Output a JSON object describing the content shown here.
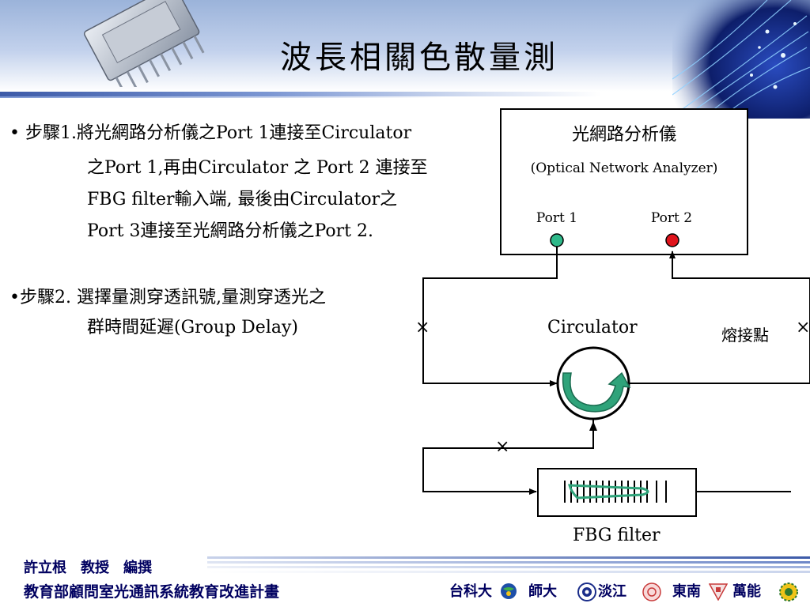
{
  "title": "波長相關色散量測",
  "steps": {
    "step1": {
      "lines": [
        "• 步驟1.將光網路分析儀之Port 1連接至Circulator",
        "之Port 1,再由Circulator 之 Port 2 連接至",
        "FBG filter輸入端, 最後由Circulator之",
        "Port 3連接至光網路分析儀之Port 2."
      ]
    },
    "step2": {
      "lines": [
        "•步驟2. 選擇量測穿透訊號,量測穿透光之",
        "群時間延遲(Group Delay)"
      ]
    }
  },
  "diagram": {
    "analyzer_title": "光網路分析儀",
    "analyzer_subtitle": "(Optical Network Analyzer)",
    "port1_label": "Port 1",
    "port2_label": "Port 2",
    "circulator_label": "Circulator",
    "splice_label": "熔接點",
    "fbg_label": "FBG filter",
    "splice_mark": "×",
    "colors": {
      "port1": "#2fb98a",
      "port2": "#e0141c",
      "arrow": "#2fa37a"
    }
  },
  "footer": {
    "author": "許立根　教授　編撰",
    "program": "教育部顧問室光通訊系統教育改進計畫",
    "schools": [
      "台科大",
      "師大",
      "淡江",
      "東南",
      "萬能"
    ]
  }
}
